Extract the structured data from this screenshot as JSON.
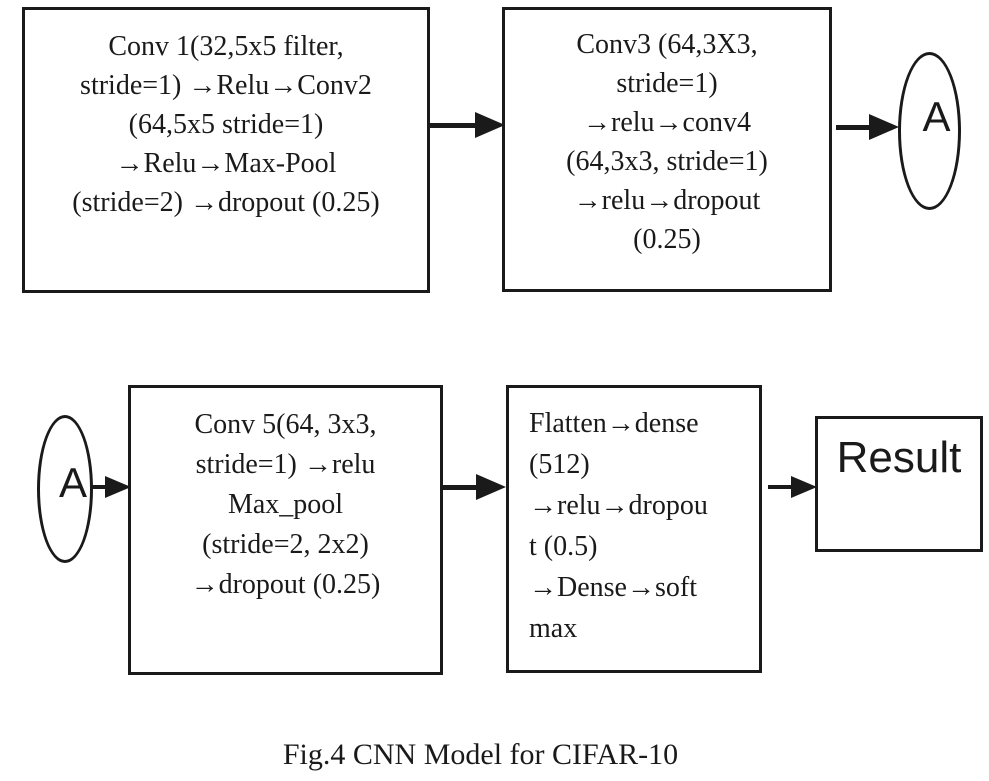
{
  "diagram": {
    "caption": "Fig.4 CNN Model for CIFAR-10",
    "colors": {
      "ink": "#1a1a1a",
      "background": "#ffffff"
    },
    "nodes": {
      "conv12": {
        "lines": [
          "Conv 1(32,5x5 filter,",
          "stride=1) →Relu→Conv2",
          "(64,5x5 stride=1)",
          "→Relu→Max-Pool",
          "(stride=2) →dropout (0.25)"
        ]
      },
      "conv34": {
        "lines": [
          "Conv3 (64,3X3,",
          "stride=1)",
          "→relu→conv4",
          "(64,3x3, stride=1)",
          "→relu→dropout",
          "(0.25)"
        ]
      },
      "connector_a_top": {
        "label": "A"
      },
      "connector_a_bottom": {
        "label": "A"
      },
      "conv5": {
        "lines": [
          "Conv 5(64, 3x3,",
          "stride=1) →relu",
          "Max_pool",
          "(stride=2, 2x2)",
          "→dropout (0.25)"
        ]
      },
      "flatten": {
        "lines": [
          "Flatten→dense",
          "(512)",
          "→relu→dropou",
          "t (0.5)",
          "→Dense→soft",
          "max"
        ]
      },
      "result": {
        "label": "Result"
      }
    }
  }
}
